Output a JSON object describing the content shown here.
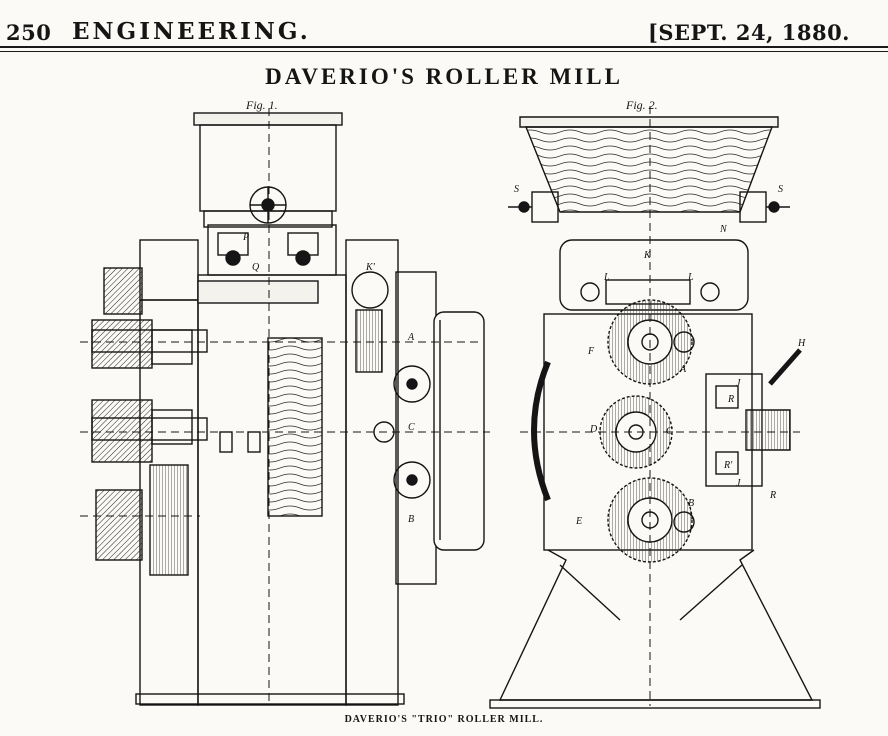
{
  "header": {
    "page_number": "250",
    "journal": "ENGINEERING.",
    "date": "[SEPT. 24, 1880."
  },
  "article": {
    "title": "DAVERIO'S ROLLER MILL"
  },
  "figures": [
    {
      "label": "Fig. 1."
    },
    {
      "label": "Fig. 2."
    }
  ],
  "caption": "DAVERIO'S \"TRIO\" ROLLER MILL.",
  "part_letters": {
    "p": "P",
    "q": "Q",
    "k_prime": "K'",
    "a": "A",
    "c": "C",
    "b": "B",
    "k": "K",
    "l_left": "L",
    "l_right": "L",
    "n": "N",
    "s_left": "S",
    "s_right": "S",
    "f": "F",
    "a2": "A",
    "d": "D",
    "c2": "C",
    "e": "E",
    "b2": "B",
    "h": "H",
    "j_top": "J",
    "r": "R",
    "r_prime": "R'",
    "j_bottom": "J",
    "r2": "R"
  },
  "colors": {
    "ink": "#151515",
    "paper": "#fbfaf6"
  }
}
